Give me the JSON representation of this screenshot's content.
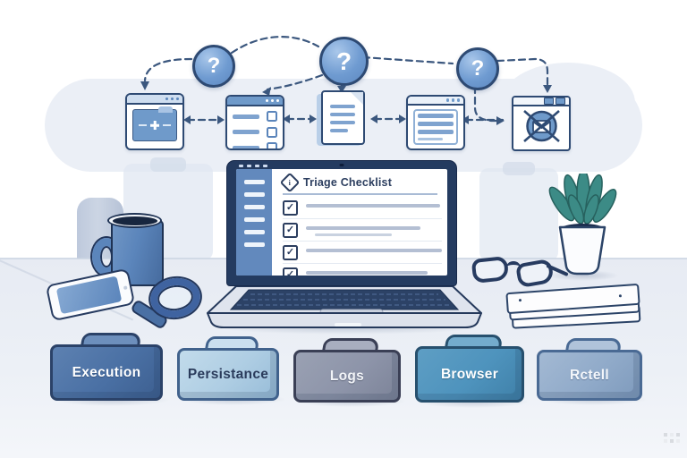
{
  "flow": {
    "question_marks": [
      "?",
      "?",
      "?"
    ],
    "step_icons": [
      "folder-window-icon",
      "checklist-window-icon",
      "document-icon",
      "list-window-icon",
      "blocked-mail-window-icon"
    ]
  },
  "laptop": {
    "window_title": "Triage Checklist",
    "info_glyph": "i",
    "check_glyph": "✓",
    "checklist_items": [
      {
        "checked": true
      },
      {
        "checked": true
      },
      {
        "checked": true
      },
      {
        "checked": true
      }
    ]
  },
  "folders": [
    {
      "label": "Execution",
      "color": "#4a70a4"
    },
    {
      "label": "Persistance",
      "color": "#aecde3"
    },
    {
      "label": "Logs",
      "color": "#8d94a9"
    },
    {
      "label": "Browser",
      "color": "#4e93bd"
    },
    {
      "label": "Rctell",
      "color": "#90aac9"
    }
  ],
  "desk_items": [
    "coffee-mug",
    "smartphone",
    "magnifying-glass",
    "reading-glasses",
    "paper-stack",
    "potted-plant"
  ],
  "palette": {
    "outline_navy": "#2e4a73",
    "primary_blue": "#5b85bb",
    "icon_bar_blue": "#7fa3cf",
    "desk": "#e8ecf3",
    "wall_blob": "#ebeff6",
    "leaf_teal": "#3c8b86"
  }
}
